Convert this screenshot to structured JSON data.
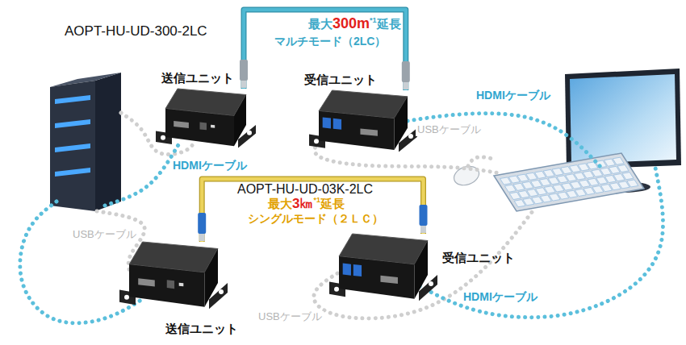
{
  "diagram": {
    "nodes": [
      {
        "text": [
          "送信ユニット"
        ]
      },
      {
        "text": [
          "受信ユニット"
        ]
      },
      {
        "text": [
          "送信ユニット"
        ]
      },
      {
        "text": [
          "受信ユニット"
        ]
      }
    ],
    "edges": [
      {
        "from": 0,
        "to": 1,
        "arrow": "none"
      },
      {
        "from": 2,
        "to": 3,
        "arrow": "none"
      }
    ],
    "labels": [
      "AOPT-HU-UD-300-2LC",
      "最大",
      "300m",
      "*1",
      "延長",
      "マルチモード（2LC）",
      "HDMIケーブル",
      "USBケーブル",
      "HDMIケーブル",
      "AOPT-HU-UD-03K-2LC",
      "最大",
      "3㎞",
      "*1",
      "延長",
      "シングルモード（２ＬＣ）",
      "USBケーブル",
      "USBケーブル",
      "HDMIケーブル"
    ]
  }
}
